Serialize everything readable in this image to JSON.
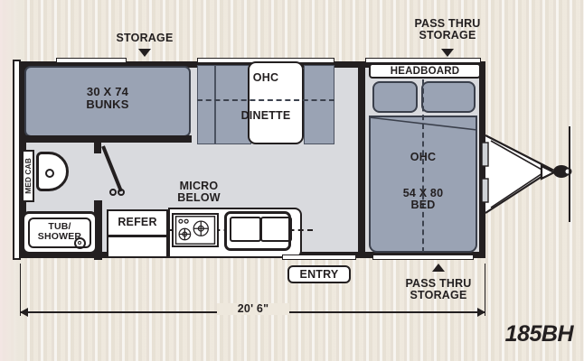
{
  "diagram": {
    "model": "185BH",
    "overall_length": "20' 6\"",
    "accent_color": "#9aa3b4",
    "line_color": "#231f20",
    "background_color": "#eee8dd"
  },
  "callouts": {
    "storage": "STORAGE",
    "pass_thru_top": "PASS THRU\nSTORAGE",
    "pass_thru_bottom": "PASS THRU\nSTORAGE",
    "micro_below": "MICRO\nBELOW"
  },
  "rooms": {
    "bunks": "30 X 74\nBUNKS",
    "dinette": "DINETTE",
    "ohc_dinette": "OHC",
    "headboard": "HEADBOARD",
    "ohc_bed": "OHC",
    "bed": "54 X 80\nBED",
    "med_cab": "MED CAB",
    "tub_shower": "TUB/\nSHOWER",
    "refer": "REFER",
    "entry": "ENTRY"
  },
  "icons": {
    "storage_arrow": "arrow-down-icon",
    "pass_thru_arrow_top": "arrow-down-icon",
    "pass_thru_arrow_bottom": "arrow-up-icon",
    "toilet": "toilet-icon",
    "shower_drain": "shower-drain-icon",
    "stove": "range-burners-icon",
    "sink": "double-sink-icon",
    "hitch": "a-frame-hitch-icon",
    "door_swing": "door-swing-icon"
  }
}
